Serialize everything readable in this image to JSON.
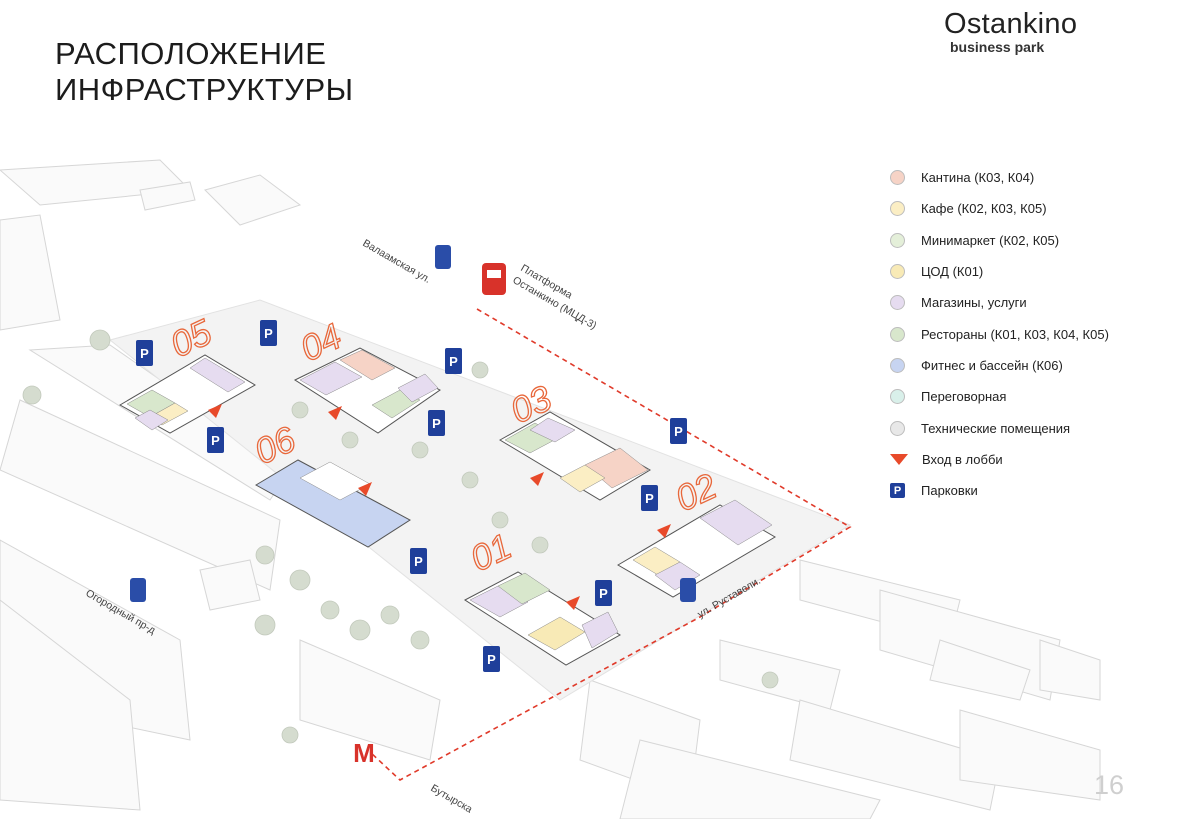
{
  "header": {
    "title_line1": "РАСПОЛОЖЕНИЕ",
    "title_line2": "ИНФРАСТРУКТУРЫ",
    "logo_brand": "Ostankino",
    "logo_sub": "business park"
  },
  "map": {
    "buildings": [
      {
        "id": "b05",
        "label": "05"
      },
      {
        "id": "b04",
        "label": "04"
      },
      {
        "id": "b03",
        "label": "03"
      },
      {
        "id": "b06",
        "label": "06"
      },
      {
        "id": "b02",
        "label": "02"
      },
      {
        "id": "b01",
        "label": "01"
      }
    ],
    "streets": {
      "valaamskaya": "Валаамская ул.",
      "platform_line1": "Платформа",
      "platform_line2": "Останкино (МЦД-3)",
      "ogorodny": "Огородный пр-д",
      "rustaveli": "ул. Руставели.",
      "butyrskaya": "Бутырска"
    },
    "parking_symbol": "P",
    "metro_symbol": "M"
  },
  "legend": {
    "items": [
      {
        "label": "Кантина (К03, К04)",
        "color": "#f6d3c6",
        "marker": "dot"
      },
      {
        "label": "Кафе (К02, К03, К05)",
        "color": "#fbeec4",
        "marker": "dot"
      },
      {
        "label": "Минимаркет (К02, К05)",
        "color": "#e4efd9",
        "marker": "dot"
      },
      {
        "label": "ЦОД (К01)",
        "color": "#f8eab6",
        "marker": "dot"
      },
      {
        "label": "Магазины, услуги",
        "color": "#e6dcf0",
        "marker": "dot"
      },
      {
        "label": "Рестораны (К01, К03, К04, К05)",
        "color": "#d8e7cc",
        "marker": "dot"
      },
      {
        "label": "Фитнес и бассейн (К06)",
        "color": "#c7d4f1",
        "marker": "dot"
      },
      {
        "label": "Переговорная",
        "color": "#d9f0ea",
        "marker": "dot"
      },
      {
        "label": "Технические помещения",
        "color": "#e8e8e8",
        "marker": "dot"
      },
      {
        "label": "Вход в лобби",
        "color": "#e84a2a",
        "marker": "triangle"
      },
      {
        "label": "Парковки",
        "color": "#1f3f9a",
        "marker": "parking",
        "symbol": "P"
      }
    ]
  },
  "page_number": "16"
}
